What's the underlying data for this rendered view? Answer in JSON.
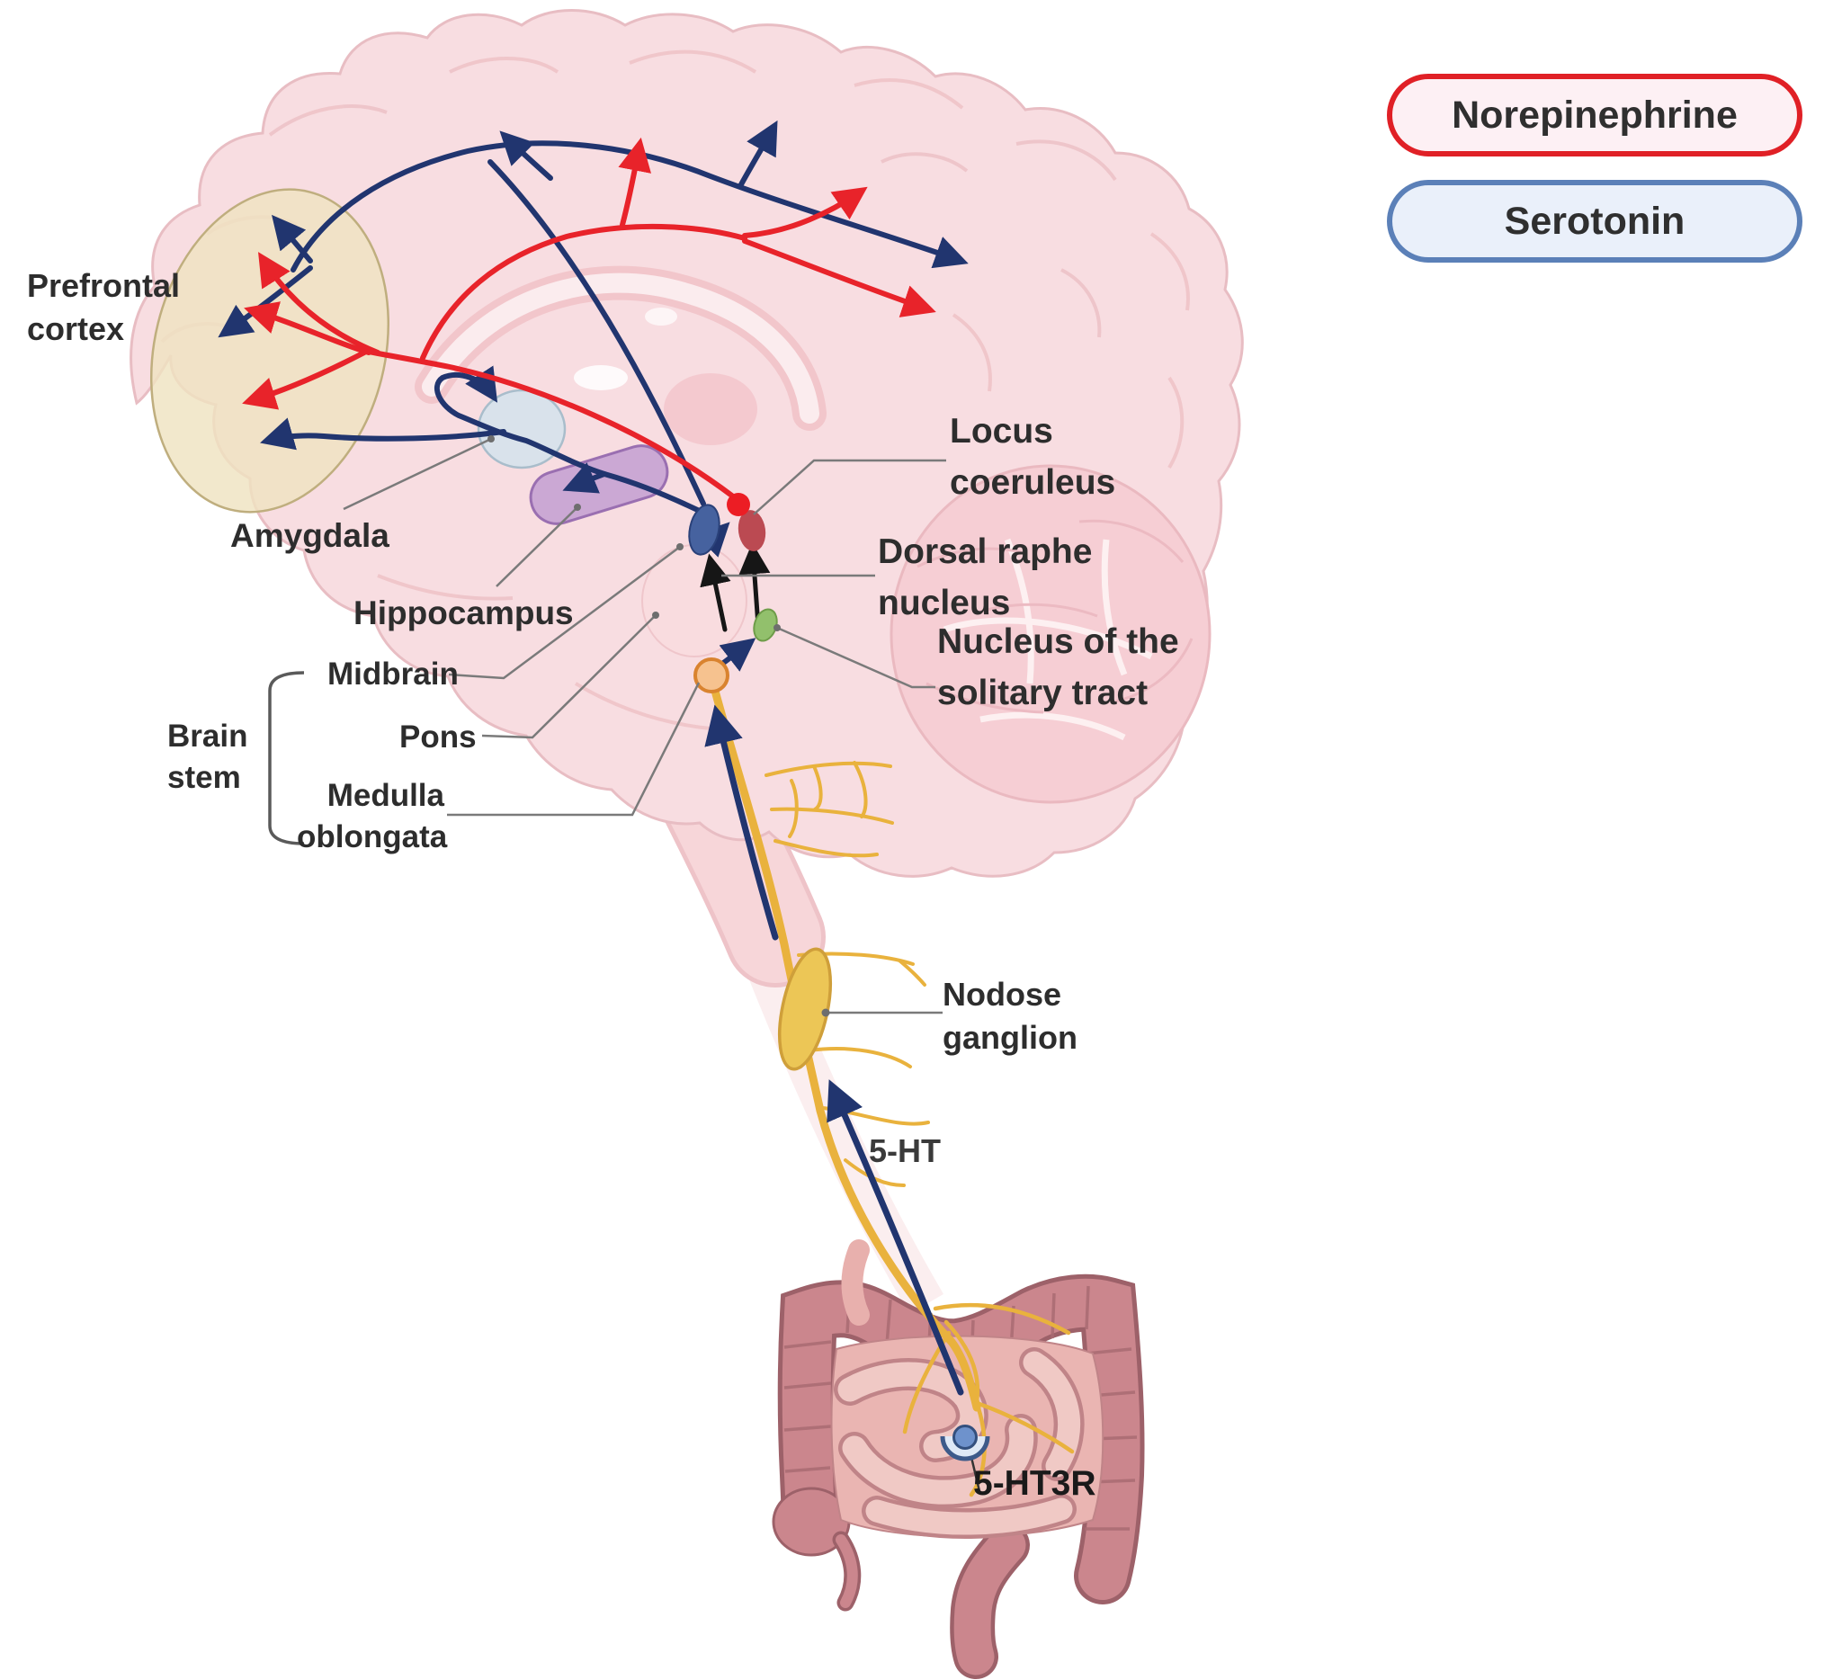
{
  "legend": {
    "items": [
      {
        "label": "Norepinephrine",
        "border_color": "#e02026",
        "fill_color": "#fdf0f4"
      },
      {
        "label": "Serotonin",
        "border_color": "#5b80b8",
        "fill_color": "#eaf0fa"
      }
    ]
  },
  "labels": {
    "prefrontal_cortex": "Prefrontal\ncortex",
    "amygdala": "Amygdala",
    "hippocampus": "Hippocampus",
    "brain_stem": "Brain\nstem",
    "midbrain": "Midbrain",
    "pons": "Pons",
    "medulla_oblongata": "Medulla\noblongata",
    "locus_coeruleus": "Locus\ncoeruleus",
    "dorsal_raphe_nucleus": "Dorsal raphe\nnucleus",
    "nucleus_of_the_solitary_tract": "Nucleus of the\nsolitary tract",
    "nodose_ganglion": "Nodose\nganglion",
    "serotonin_abbrev": "5-HT",
    "serotonin_receptor": "5-HT3R"
  },
  "pathway_colors": {
    "norepinephrine": "#e8232a",
    "serotonin": "#21356f",
    "vagus_nerve": "#e9b23d",
    "signal_arrows": "#161616"
  }
}
